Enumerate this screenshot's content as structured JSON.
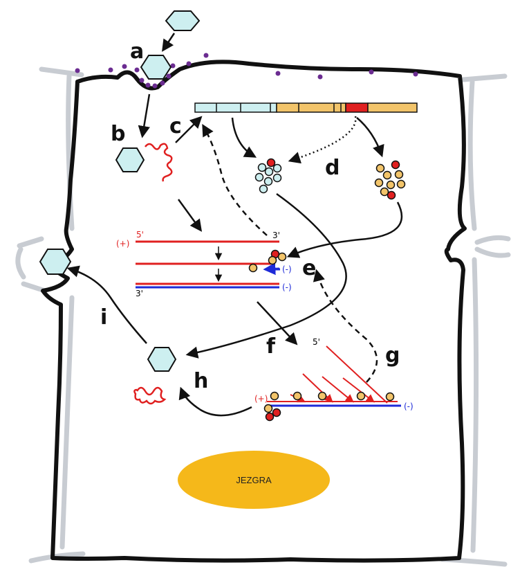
{
  "labels": {
    "a": "a",
    "b": "b",
    "c": "c",
    "d": "d",
    "e": "e",
    "f": "f",
    "g": "g",
    "h": "h",
    "i": "i"
  },
  "strand_marks": {
    "plus": "(+)",
    "minus": "(-)",
    "five_prime": "5'",
    "three_prime": "3'"
  },
  "nucleus_label": "JEZGRA",
  "colors": {
    "membrane": "#111111",
    "neighbor_cell": "#c8ccd2",
    "virion": "#cdeff0",
    "receptor": "#6b2c91",
    "plus_strand": "#e02020",
    "minus_strand": "#1d2ad8",
    "structural_protein": "#cdeff0",
    "nonstructural_protein": "#f2c46a",
    "protease": "#e02020",
    "nucleus": "#f5b81a"
  }
}
